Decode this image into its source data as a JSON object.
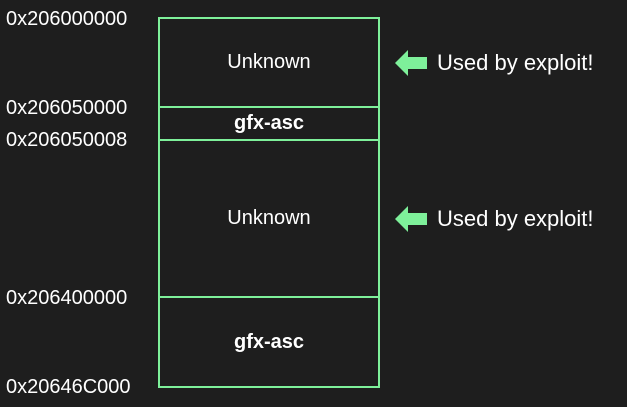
{
  "addresses": [
    "0x206000000",
    "0x206050000",
    "0x206050008",
    "0x206400000",
    "0x20646C000"
  ],
  "blocks": [
    "Unknown",
    "gfx-asc",
    "Unknown",
    "gfx-asc"
  ],
  "annotation": "Used by exploit!",
  "colors": {
    "background": "#1e1e1e",
    "border": "#7ef09a",
    "arrow": "#7ef09a",
    "text": "#ffffff"
  },
  "icons": {
    "annotation_marker": "arrow-left-icon"
  }
}
